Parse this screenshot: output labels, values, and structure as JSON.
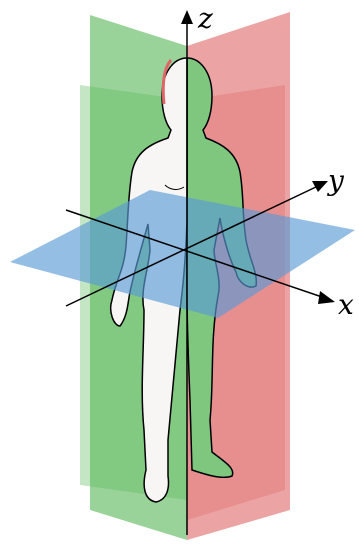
{
  "diagram": {
    "labels": {
      "z": "z",
      "y": "y",
      "x": "x"
    },
    "colors": {
      "sagittal_plane": "#e06666",
      "coronal_plane": "#56b656",
      "transverse_plane": "#5b9bd5",
      "body_fill": "#f7f6f4",
      "body_outline": "#000000",
      "axis": "#000000"
    }
  }
}
